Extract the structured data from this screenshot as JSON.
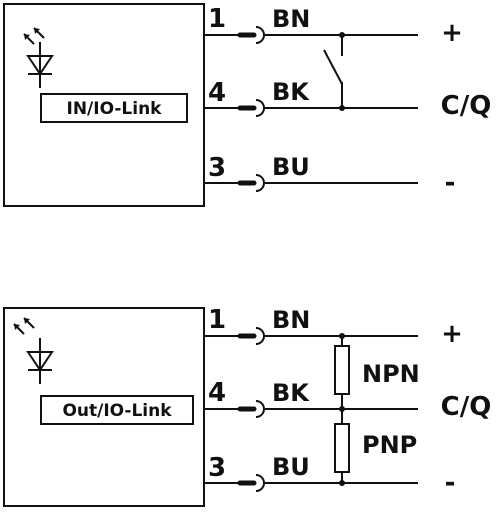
{
  "top": {
    "box_label": "IN/IO-Link",
    "pins": [
      {
        "number": "1",
        "wire": "BN",
        "terminal": "+"
      },
      {
        "number": "4",
        "wire": "BK",
        "terminal": "C/Q"
      },
      {
        "number": "3",
        "wire": "BU",
        "terminal": "-"
      }
    ]
  },
  "bottom": {
    "box_label": "Out/IO-Link",
    "pins": [
      {
        "number": "1",
        "wire": "BN",
        "terminal": "+"
      },
      {
        "number": "4",
        "wire": "BK",
        "terminal": "C/Q"
      },
      {
        "number": "3",
        "wire": "BU",
        "terminal": "-"
      }
    ],
    "resistors": [
      {
        "label": "NPN"
      },
      {
        "label": "PNP"
      }
    ]
  },
  "icons": [
    "led-icon",
    "switch-icon",
    "resistor-icon",
    "connector-icon"
  ]
}
